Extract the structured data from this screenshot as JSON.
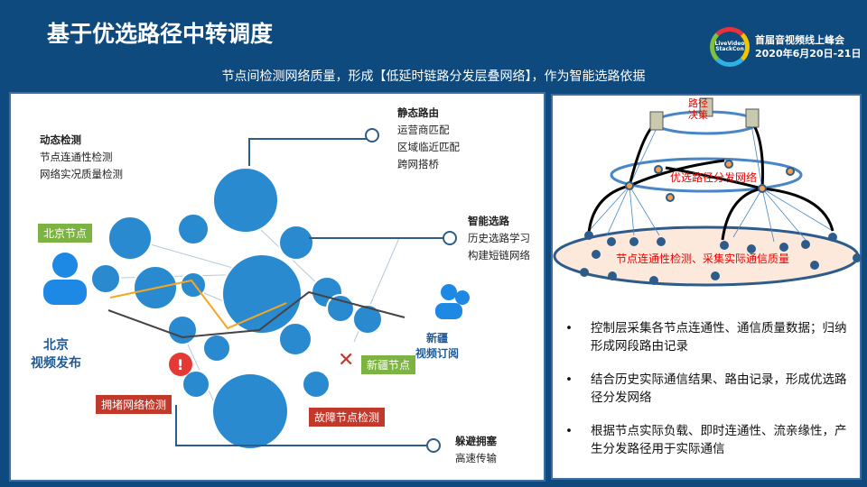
{
  "title": "基于优选路径中转调度",
  "subtitle": "节点间检测网络质量，形成【低延时链路分发层叠网络】，作为智能选路依据",
  "conference": {
    "logo_text": "LiveVideo StackCon",
    "name": "首届音视频线上峰会",
    "date": "2020年6月20日-21日"
  },
  "left": {
    "dynamic": {
      "title": "动态检测",
      "items": [
        "节点连通性检测",
        "网络实况质量检测"
      ]
    },
    "static": {
      "title": "静态路由",
      "items": [
        "运营商匹配",
        "区域临近匹配",
        "跨网搭桥"
      ]
    },
    "smart": {
      "title": "智能选路",
      "items": [
        "历史选路学习",
        "构建短链网络"
      ]
    },
    "avoid": {
      "title": "躲避拥塞",
      "items": [
        "高速传输"
      ]
    },
    "beijing_node": "北京节点",
    "beijing_publish": "北京\n视频发布",
    "xinjiang_sub": "新疆\n视频订阅",
    "xinjiang_node": "新疆节点",
    "congestion": "拥堵网络检测",
    "fault": "故障节点检测"
  },
  "right": {
    "route_decision": "路径\n决策",
    "preferred_network": "优选路径分发网络",
    "bottom_layer": "节点连通性检测、采集实际通信质量",
    "bullets": [
      "控制层采集各节点连通性、通信质量数据；归纳形成网段路由记录",
      "结合历史实际通信结果、路由记录，形成优选路径分发网络",
      "根据节点实际负载、即时连通性、流亲缘性，产生分发路径用于实际通信"
    ]
  },
  "colors": {
    "bg": "#0f4a7e",
    "node": "#2a8ad0",
    "tag_green": "#7cb342",
    "tag_red": "#c0392b"
  }
}
